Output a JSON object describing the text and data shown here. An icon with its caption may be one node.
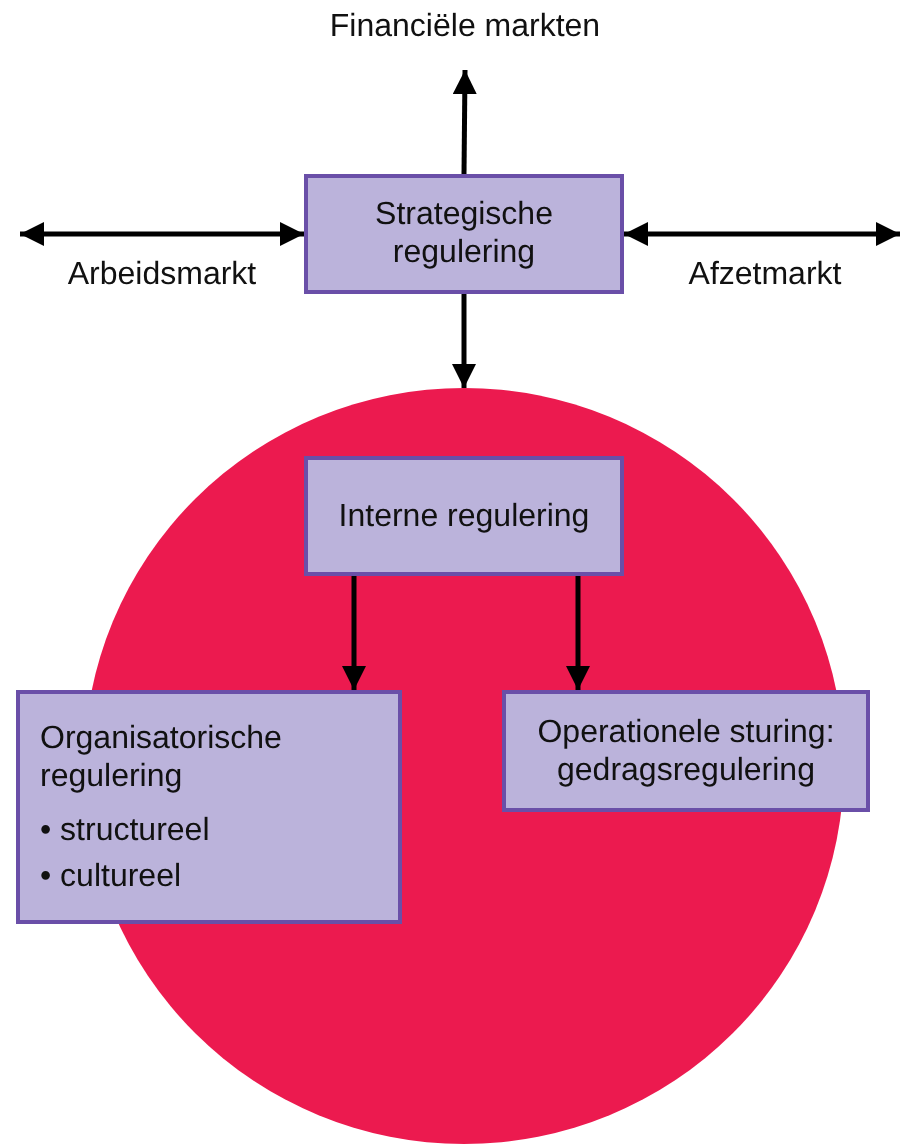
{
  "diagram": {
    "nodes": [
      {
        "text": [
          "Financiële markten"
        ]
      },
      {
        "text": [
          "Arbeidsmarkt"
        ]
      },
      {
        "text": [
          "Strategische regulering"
        ]
      },
      {
        "text": [
          "Afzetmarkt"
        ]
      },
      {
        "text": [],
        "shape": "circle"
      },
      {
        "text": [
          "Interne regulering"
        ],
        "in": 4
      },
      {
        "text": [
          "Organisatorische regulering",
          "• structureel",
          "• cultureel"
        ]
      },
      {
        "text": [
          "Operationele sturing: gedragsregulering"
        ]
      }
    ],
    "edges": [
      {
        "from": 2,
        "to": 0,
        "arrow": "to"
      },
      {
        "from": 2,
        "to": 1,
        "arrow": "both"
      },
      {
        "from": 2,
        "to": 3,
        "arrow": "both"
      },
      {
        "from": 2,
        "to": 4,
        "arrow": "to"
      },
      {
        "from": 5,
        "to": 6,
        "arrow": "to"
      },
      {
        "from": 5,
        "to": 7,
        "arrow": "to"
      }
    ]
  }
}
